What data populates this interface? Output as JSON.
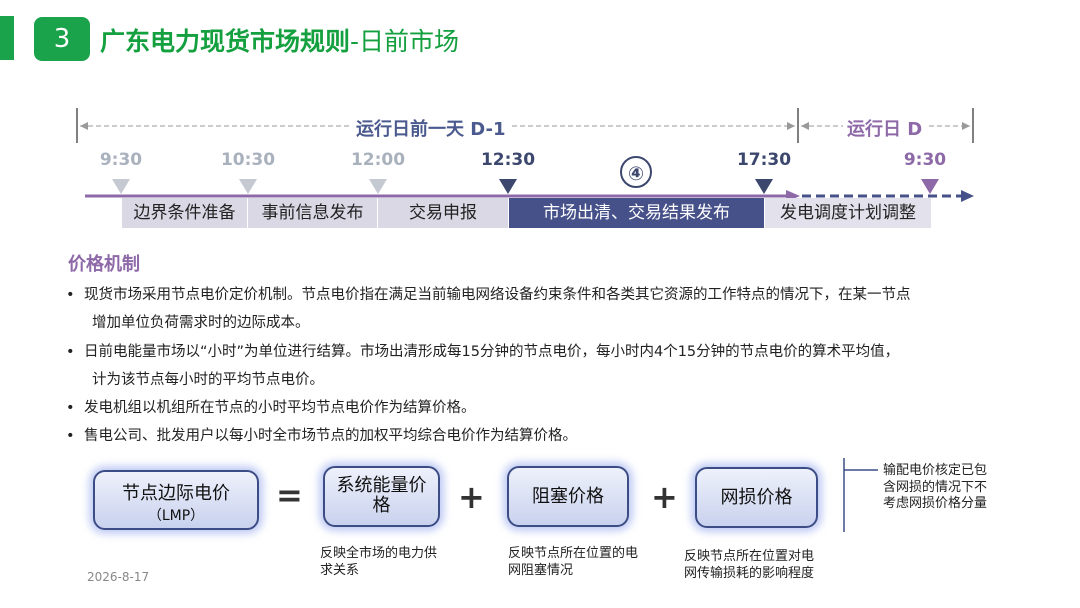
{
  "header": {
    "number": "3",
    "title_main": "广东电力现货市场规则",
    "title_sep": "-",
    "title_sub": "日前市场"
  },
  "timeline": {
    "span_dminus1": "运行日前一天 D-1",
    "span_d": "运行日 D",
    "times": [
      "9:30",
      "10:30",
      "12:00",
      "12:30",
      "17:30",
      "9:30"
    ],
    "step_marker": "④",
    "segments": [
      "边界条件准备",
      "事前信息发布",
      "交易申报",
      "市场出清、交易结果发布",
      "发电调度计划调整"
    ]
  },
  "price": {
    "title": "价格机制",
    "bullet_char": "•",
    "bullets": [
      [
        "现货市场采用节点电价定价机制。节点电价指在满足当前输电网络设备约束条件和各类其它资源的工作特点的情况下，在某一节点",
        "增加单位负荷需求时的边际成本。"
      ],
      [
        "日前电能量市场以“小时”为单位进行结算。市场出清形成每15分钟的节点电价，每小时内4个15分钟的节点电价的算术平均值，",
        "计为该节点每小时的平均节点电价。"
      ],
      [
        "发电机组以机组所在节点的小时平均节点电价作为结算价格。"
      ],
      [
        "售电公司、批发用户以每小时全市场节点的加权平均综合电价作为结算价格。"
      ]
    ]
  },
  "formula": {
    "lmp": "节点边际电价",
    "lmp_sub": "（LMP）",
    "eq": "=",
    "plus": "+",
    "energy": [
      "系统能量价",
      "格"
    ],
    "congestion": "阻塞价格",
    "loss": "网损价格",
    "captions": {
      "energy": [
        "反映全市场的电力供",
        "求关系"
      ],
      "congestion": [
        "反映节点所在位置的电",
        "网阻塞情况"
      ],
      "loss": [
        "反映节点所在位置对电",
        "网传输损耗的影响程度"
      ]
    },
    "note": [
      "输配电价核定已包",
      "含网损的情况下不",
      "考虑网损价格分量"
    ]
  },
  "footer": {
    "date": "2026-8-17"
  },
  "colors": {
    "green": "#1aa34a",
    "navy": "#3c476e",
    "purple": "#8e69a8",
    "segment": "#dad8e5"
  }
}
